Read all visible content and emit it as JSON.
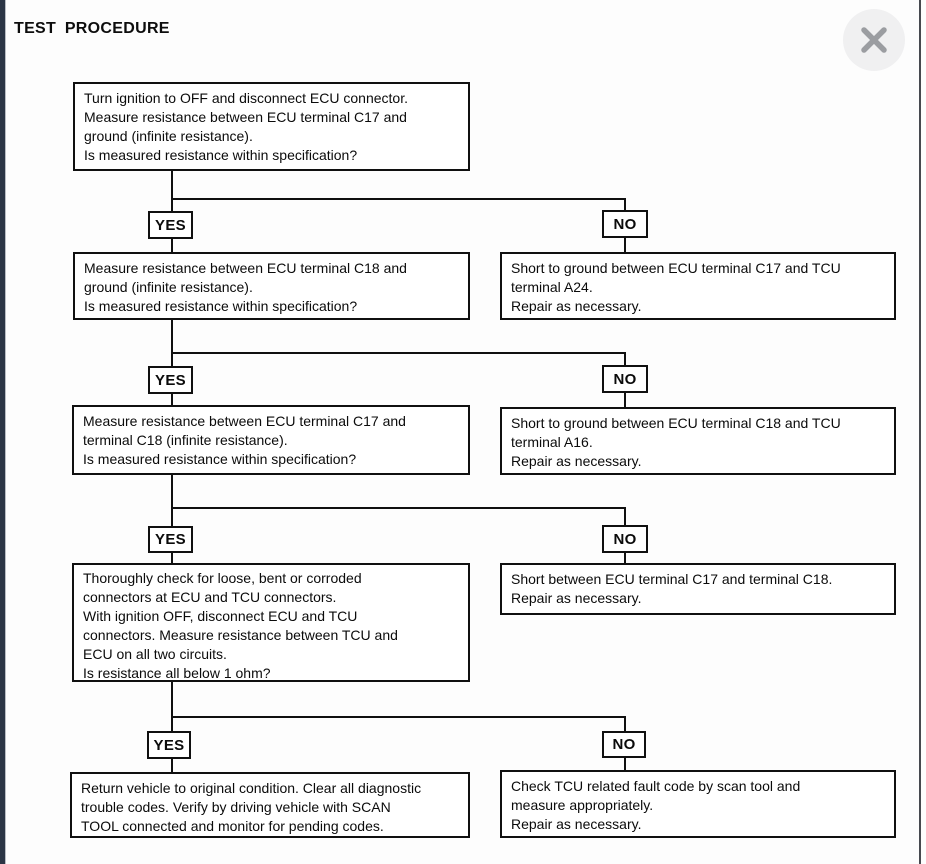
{
  "page": {
    "title": "TEST PROCEDURE",
    "close_label": "Close"
  },
  "colors": {
    "flow_line": "#101010",
    "page_edge_left": "#2b3545",
    "close_circle": "#f0f0f1",
    "close_glyph": "#9b9da1"
  },
  "flowchart": {
    "labels": {
      "yes": "YES",
      "no": "NO"
    },
    "decision_boxes": [
      {
        "lines": [
          "Turn ignition to OFF and disconnect ECU connector.",
          "Measure resistance between ECU terminal C17 and",
          "ground (infinite resistance).",
          "Is measured resistance within specification?"
        ]
      },
      {
        "lines": [
          "Measure resistance between ECU terminal C18 and",
          "ground (infinite resistance).",
          "Is measured resistance within specification?"
        ]
      },
      {
        "lines": [
          "Measure resistance between ECU terminal C17 and",
          "terminal C18 (infinite resistance).",
          "Is measured resistance within specification?"
        ]
      },
      {
        "lines": [
          "Thoroughly check for loose, bent or corroded",
          "connectors at ECU and TCU connectors.",
          "With ignition OFF, disconnect ECU and TCU",
          "connectors. Measure resistance between TCU and",
          "ECU on all two circuits.",
          "Is resistance all below 1 ohm?"
        ]
      },
      {
        "lines": [
          "Return vehicle to original condition. Clear all diagnostic",
          "trouble codes. Verify by driving vehicle with SCAN",
          "TOOL connected and monitor for pending codes."
        ]
      }
    ],
    "action_boxes": [
      {
        "lines": [
          "Short to ground between ECU terminal C17 and TCU",
          "terminal A24.",
          "Repair as necessary."
        ]
      },
      {
        "lines": [
          "Short to ground between ECU terminal C18 and TCU",
          "terminal A16.",
          "Repair as necessary."
        ]
      },
      {
        "lines": [
          "Short between ECU terminal C17 and terminal C18.",
          "Repair as necessary."
        ]
      },
      {
        "lines": [
          "Check TCU related fault code by scan tool and",
          "measure appropriately.",
          "Repair as necessary."
        ]
      }
    ]
  }
}
